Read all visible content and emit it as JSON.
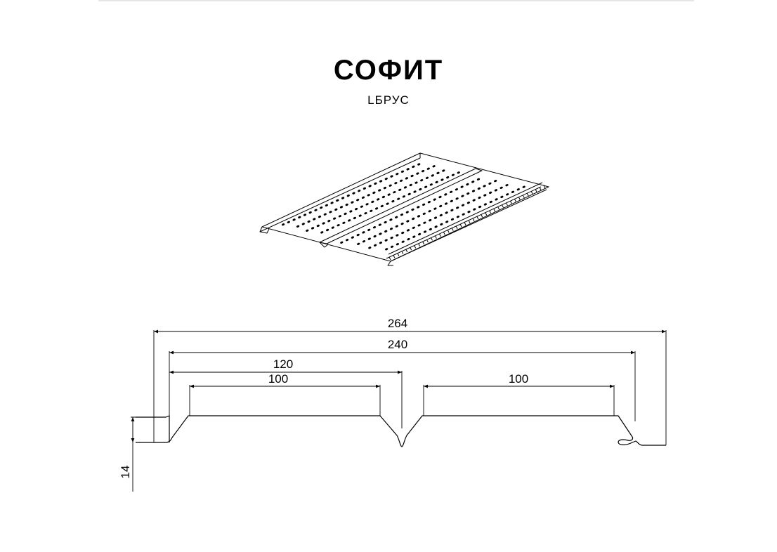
{
  "title": "СОФИТ",
  "subtitle": "LБРУС",
  "dimensions": {
    "overall_width": "264",
    "working_width": "240",
    "module": "120",
    "flat_left": "100",
    "flat_right": "100",
    "height": "14"
  },
  "colors": {
    "line": "#000000",
    "background": "#ffffff"
  }
}
